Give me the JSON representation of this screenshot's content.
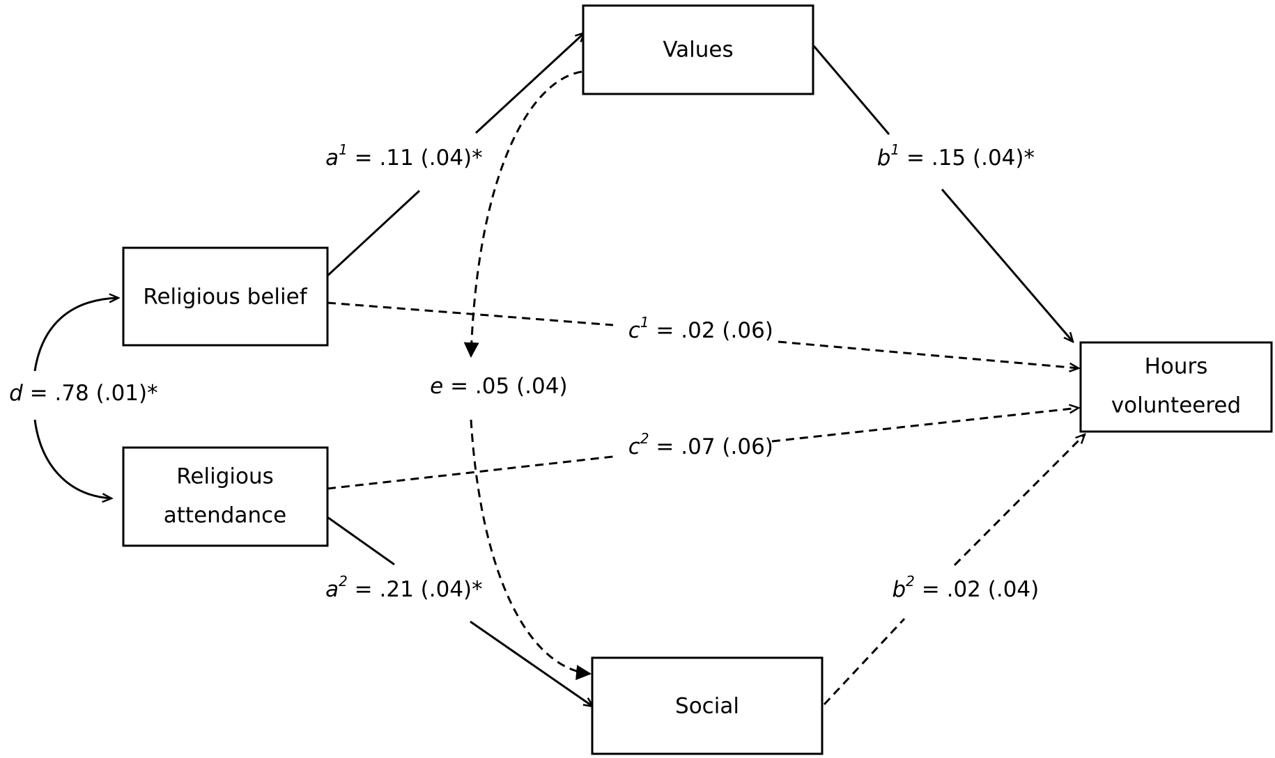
{
  "nodes": {
    "values": {
      "label": "Values"
    },
    "religious_belief": {
      "label": "Religious belief"
    },
    "religious_attendance": {
      "line1": "Religious",
      "line2": "attendance"
    },
    "hours_volunteered": {
      "line1": "Hours",
      "line2": "volunteered"
    },
    "social": {
      "label": "Social"
    }
  },
  "edges": {
    "a1": {
      "symbol": "a",
      "sup": "1",
      "text": " = .11 (.04)*",
      "style": "solid",
      "from": "religious_belief",
      "to": "values"
    },
    "a2": {
      "symbol": "a",
      "sup": "2",
      "text": " = .21 (.04)*",
      "style": "solid",
      "from": "religious_attendance",
      "to": "social"
    },
    "b1": {
      "symbol": "b",
      "sup": "1",
      "text": " = .15 (.04)*",
      "style": "solid",
      "from": "values",
      "to": "hours_volunteered"
    },
    "b2": {
      "symbol": "b",
      "sup": "2",
      "text": " = .02 (.04)",
      "style": "dashed",
      "from": "social",
      "to": "hours_volunteered"
    },
    "c1": {
      "symbol": "c",
      "sup": "1",
      "text": " = .02 (.06)",
      "style": "dashed",
      "from": "religious_belief",
      "to": "hours_volunteered"
    },
    "c2": {
      "symbol": "c",
      "sup": "2",
      "text": " = .07 (.06)",
      "style": "dashed",
      "from": "religious_attendance",
      "to": "hours_volunteered"
    },
    "d": {
      "symbol": "d",
      "text": " = .78 (.01)*",
      "style": "solid",
      "from": "religious_belief",
      "to": "religious_attendance"
    },
    "e": {
      "symbol": "e",
      "text": " = .05 (.04)",
      "style": "dashed",
      "from": "values",
      "to": "social"
    }
  },
  "colors": {
    "stroke": "#000000",
    "background": "#ffffff"
  }
}
